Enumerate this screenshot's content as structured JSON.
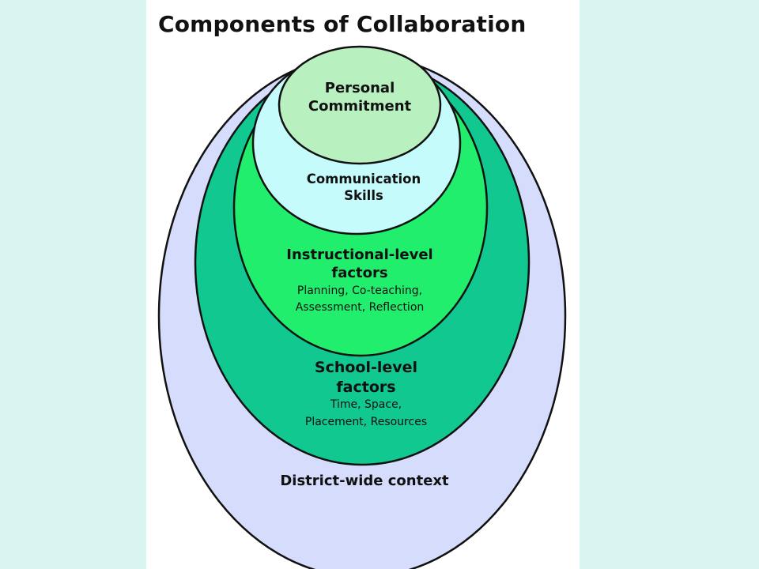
{
  "title": "Components of Collaboration",
  "levels": {
    "personal": {
      "line1": "Personal",
      "line2": "Commitment",
      "fill": "#b8f0c0"
    },
    "communication": {
      "line1": "Communication",
      "line2": "Skills",
      "fill": "#c6fbfb"
    },
    "instructional": {
      "line1": "Instructional-level",
      "line2": "factors",
      "detail1": "Planning, Co-teaching,",
      "detail2": "Assessment, Reflection",
      "fill": "#22ee6e"
    },
    "school": {
      "line1": "School-level",
      "line2": "factors",
      "detail1": "Time, Space,",
      "detail2": "Placement, Resources",
      "fill": "#10c890"
    },
    "district": {
      "label": "District-wide context",
      "fill": "#d6dcfb"
    }
  },
  "colors": {
    "background": "#d9f5f2",
    "slide": "#ffffff",
    "outline": "#111111"
  }
}
